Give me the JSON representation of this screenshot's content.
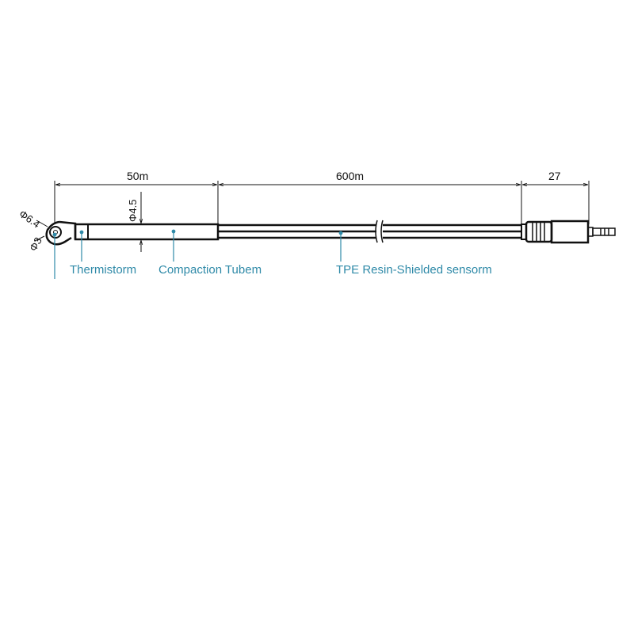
{
  "diagram": {
    "dimensions": {
      "tube_length": "50m",
      "cable_length": "600m",
      "plug_length": "27",
      "ring_outer_diameter": "Φ6.4",
      "ring_inner_diameter": "Φ3",
      "tube_diameter": "Φ4.5"
    },
    "callouts": {
      "thermistor": "Thermistorm",
      "tube": "Compaction Tubem",
      "cable": "TPE Resin-Shielded sensorm"
    },
    "colors": {
      "line": "#111111",
      "callout": "#2f8aa8",
      "background": "#ffffff"
    }
  }
}
